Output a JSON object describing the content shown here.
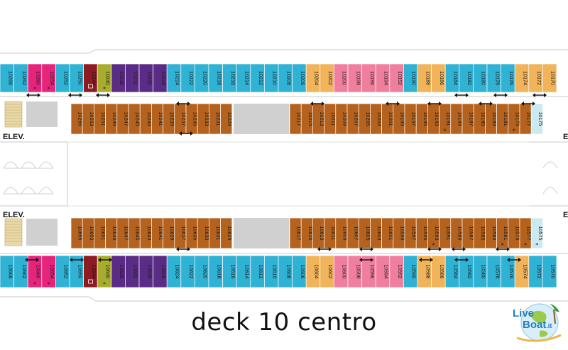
{
  "title": "deck 10 centro",
  "logo": {
    "word1": "Live",
    "word2": "Boat",
    "suffix": ".it"
  },
  "elevator_label": "ELEV.",
  "elevator_label_right": "E",
  "colors": {
    "blue": "#2fb2d4",
    "magenta": "#e6247b",
    "pink": "#f07f9e",
    "olive": "#a8ad2d",
    "maroon": "#8e1a22",
    "purple": "#5b2c86",
    "orange": "#f1b45a",
    "brown": "#b4621d",
    "ice": "#cbe9f0",
    "gray": "#d0d0d0"
  },
  "legend": {
    "star": "*",
    "connect": "↔"
  },
  "rows": [
    {
      "id": "top-outer",
      "cabins": [
        {
          "n": "10266",
          "c": "blue"
        },
        {
          "n": "10262",
          "c": "blue"
        },
        {
          "n": "10260",
          "c": "magenta",
          "s": true
        },
        {
          "n": "10254",
          "c": "magenta",
          "s": true
        },
        {
          "n": "10252",
          "c": "blue"
        },
        {
          "n": "10250",
          "c": "blue"
        },
        {
          "n": "10244",
          "c": "maroon",
          "box": true
        },
        {
          "n": "10240",
          "c": "olive",
          "s": true
        },
        {
          "n": "10236",
          "c": "purple"
        },
        {
          "n": "10232",
          "c": "purple"
        },
        {
          "n": "10230",
          "c": "purple"
        },
        {
          "n": "10228",
          "c": "purple"
        },
        {
          "n": "10224",
          "c": "blue"
        },
        {
          "n": "10222",
          "c": "blue"
        },
        {
          "n": "10220",
          "c": "blue"
        },
        {
          "n": "10218",
          "c": "blue"
        },
        {
          "n": "10216",
          "c": "blue"
        },
        {
          "n": "10214",
          "c": "blue"
        },
        {
          "n": "10212",
          "c": "blue"
        },
        {
          "n": "10210",
          "c": "blue"
        },
        {
          "n": "10208",
          "c": "blue"
        },
        {
          "n": "10206",
          "c": "blue"
        },
        {
          "n": "10204",
          "c": "orange"
        },
        {
          "n": "10202",
          "c": "orange"
        },
        {
          "n": "10200",
          "c": "pink"
        },
        {
          "n": "10198",
          "c": "pink"
        },
        {
          "n": "10196",
          "c": "pink"
        },
        {
          "n": "10194",
          "c": "pink"
        },
        {
          "n": "10192",
          "c": "pink"
        },
        {
          "n": "10190",
          "c": "blue"
        },
        {
          "n": "10188",
          "c": "orange"
        },
        {
          "n": "10186",
          "c": "orange"
        },
        {
          "n": "10184",
          "c": "blue"
        },
        {
          "n": "10182",
          "c": "blue"
        },
        {
          "n": "10180",
          "c": "blue"
        },
        {
          "n": "10178",
          "c": "blue"
        },
        {
          "n": "10176",
          "c": "blue"
        },
        {
          "n": "10174",
          "c": "orange"
        },
        {
          "n": "10172",
          "c": "orange"
        },
        {
          "n": "10170",
          "c": "orange"
        }
      ]
    },
    {
      "id": "top-inner",
      "cabins": [
        {
          "n": "10255",
          "c": "brown"
        },
        {
          "n": "10253",
          "c": "brown"
        },
        {
          "n": "10251",
          "c": "brown"
        },
        {
          "n": "10249",
          "c": "brown"
        },
        {
          "n": "10247",
          "c": "brown"
        },
        {
          "n": "10245",
          "c": "brown"
        },
        {
          "n": "10243",
          "c": "brown"
        },
        {
          "n": "10241",
          "c": "brown"
        },
        {
          "n": "10239",
          "c": "brown"
        },
        {
          "n": "10237",
          "c": "brown"
        },
        {
          "n": "10235",
          "c": "brown"
        },
        {
          "n": "10233",
          "c": "brown"
        },
        {
          "n": "10231",
          "c": "brown"
        },
        {
          "n": "10229",
          "c": "brown"
        },
        {
          "n": "10217",
          "c": "brown"
        },
        {
          "n": "10215",
          "c": "brown"
        },
        {
          "n": "10213",
          "c": "brown"
        },
        {
          "n": "10211",
          "c": "brown"
        },
        {
          "n": "10209",
          "c": "brown"
        },
        {
          "n": "10207",
          "c": "brown"
        },
        {
          "n": "10205",
          "c": "brown"
        },
        {
          "n": "10203",
          "c": "brown"
        },
        {
          "n": "10201",
          "c": "brown"
        },
        {
          "n": "10199",
          "c": "brown"
        },
        {
          "n": "10197",
          "c": "brown"
        },
        {
          "n": "10195",
          "c": "brown"
        },
        {
          "n": "10193",
          "c": "brown"
        },
        {
          "n": "10191",
          "c": "brown",
          "s": true
        },
        {
          "n": "10189",
          "c": "brown"
        },
        {
          "n": "10187",
          "c": "brown"
        },
        {
          "n": "10185",
          "c": "brown"
        },
        {
          "n": "10183",
          "c": "brown"
        },
        {
          "n": "10181",
          "c": "brown"
        },
        {
          "n": "10179",
          "c": "brown",
          "s": true
        },
        {
          "n": "10177",
          "c": "brown"
        },
        {
          "n": "10175",
          "c": "ice"
        }
      ]
    },
    {
      "id": "bottom-inner",
      "cabins": [
        {
          "n": "10655",
          "c": "brown"
        },
        {
          "n": "10653",
          "c": "brown"
        },
        {
          "n": "10651",
          "c": "brown"
        },
        {
          "n": "10649",
          "c": "brown"
        },
        {
          "n": "10647",
          "c": "brown"
        },
        {
          "n": "10645",
          "c": "brown"
        },
        {
          "n": "10643",
          "c": "brown"
        },
        {
          "n": "10641",
          "c": "brown"
        },
        {
          "n": "10639",
          "c": "brown"
        },
        {
          "n": "10637",
          "c": "brown"
        },
        {
          "n": "10635",
          "c": "brown"
        },
        {
          "n": "10633",
          "c": "brown"
        },
        {
          "n": "10631",
          "c": "brown"
        },
        {
          "n": "10629",
          "c": "brown"
        },
        {
          "n": "10617",
          "c": "brown"
        },
        {
          "n": "10615",
          "c": "brown"
        },
        {
          "n": "10613",
          "c": "brown"
        },
        {
          "n": "10611",
          "c": "brown"
        },
        {
          "n": "10609",
          "c": "brown"
        },
        {
          "n": "10607",
          "c": "brown"
        },
        {
          "n": "10605",
          "c": "brown"
        },
        {
          "n": "10603",
          "c": "brown"
        },
        {
          "n": "10601",
          "c": "brown"
        },
        {
          "n": "10599",
          "c": "brown"
        },
        {
          "n": "10597",
          "c": "brown"
        },
        {
          "n": "10595",
          "c": "brown"
        },
        {
          "n": "10593",
          "c": "brown",
          "s": true
        },
        {
          "n": "10591",
          "c": "brown"
        },
        {
          "n": "10589",
          "c": "brown"
        },
        {
          "n": "10587",
          "c": "brown"
        },
        {
          "n": "10585",
          "c": "brown"
        },
        {
          "n": "10583",
          "c": "brown"
        },
        {
          "n": "10581",
          "c": "brown",
          "s": true
        },
        {
          "n": "10579",
          "c": "brown"
        },
        {
          "n": "10577",
          "c": "brown",
          "s": true
        },
        {
          "n": "10575",
          "c": "ice",
          "s": true
        }
      ]
    },
    {
      "id": "bottom-outer",
      "cabins": [
        {
          "n": "10666",
          "c": "blue"
        },
        {
          "n": "10662",
          "c": "blue"
        },
        {
          "n": "10660",
          "c": "magenta",
          "s": true
        },
        {
          "n": "10654",
          "c": "magenta",
          "s": true
        },
        {
          "n": "10652",
          "c": "blue"
        },
        {
          "n": "10650",
          "c": "blue"
        },
        {
          "n": "10644",
          "c": "maroon",
          "box": true
        },
        {
          "n": "10640",
          "c": "olive",
          "s": true
        },
        {
          "n": "10636",
          "c": "purple"
        },
        {
          "n": "10632",
          "c": "purple"
        },
        {
          "n": "10630",
          "c": "purple"
        },
        {
          "n": "10626",
          "c": "purple"
        },
        {
          "n": "10624",
          "c": "blue"
        },
        {
          "n": "10622",
          "c": "blue"
        },
        {
          "n": "10620",
          "c": "blue"
        },
        {
          "n": "10618",
          "c": "blue"
        },
        {
          "n": "10616",
          "c": "blue"
        },
        {
          "n": "10614",
          "c": "blue"
        },
        {
          "n": "10612",
          "c": "blue"
        },
        {
          "n": "10610",
          "c": "blue"
        },
        {
          "n": "10608",
          "c": "blue"
        },
        {
          "n": "10606",
          "c": "blue"
        },
        {
          "n": "10604",
          "c": "orange"
        },
        {
          "n": "10602",
          "c": "orange"
        },
        {
          "n": "10600",
          "c": "pink"
        },
        {
          "n": "10598",
          "c": "pink"
        },
        {
          "n": "10596",
          "c": "pink"
        },
        {
          "n": "10594",
          "c": "pink"
        },
        {
          "n": "10592",
          "c": "pink"
        },
        {
          "n": "10590",
          "c": "blue"
        },
        {
          "n": "10588",
          "c": "orange"
        },
        {
          "n": "10586",
          "c": "orange"
        },
        {
          "n": "10584",
          "c": "blue"
        },
        {
          "n": "10582",
          "c": "blue"
        },
        {
          "n": "10580",
          "c": "blue"
        },
        {
          "n": "10578",
          "c": "blue"
        },
        {
          "n": "10576",
          "c": "blue"
        },
        {
          "n": "10574",
          "c": "orange"
        },
        {
          "n": "10572",
          "c": "blue"
        },
        {
          "n": "10570",
          "c": "blue"
        }
      ]
    }
  ]
}
